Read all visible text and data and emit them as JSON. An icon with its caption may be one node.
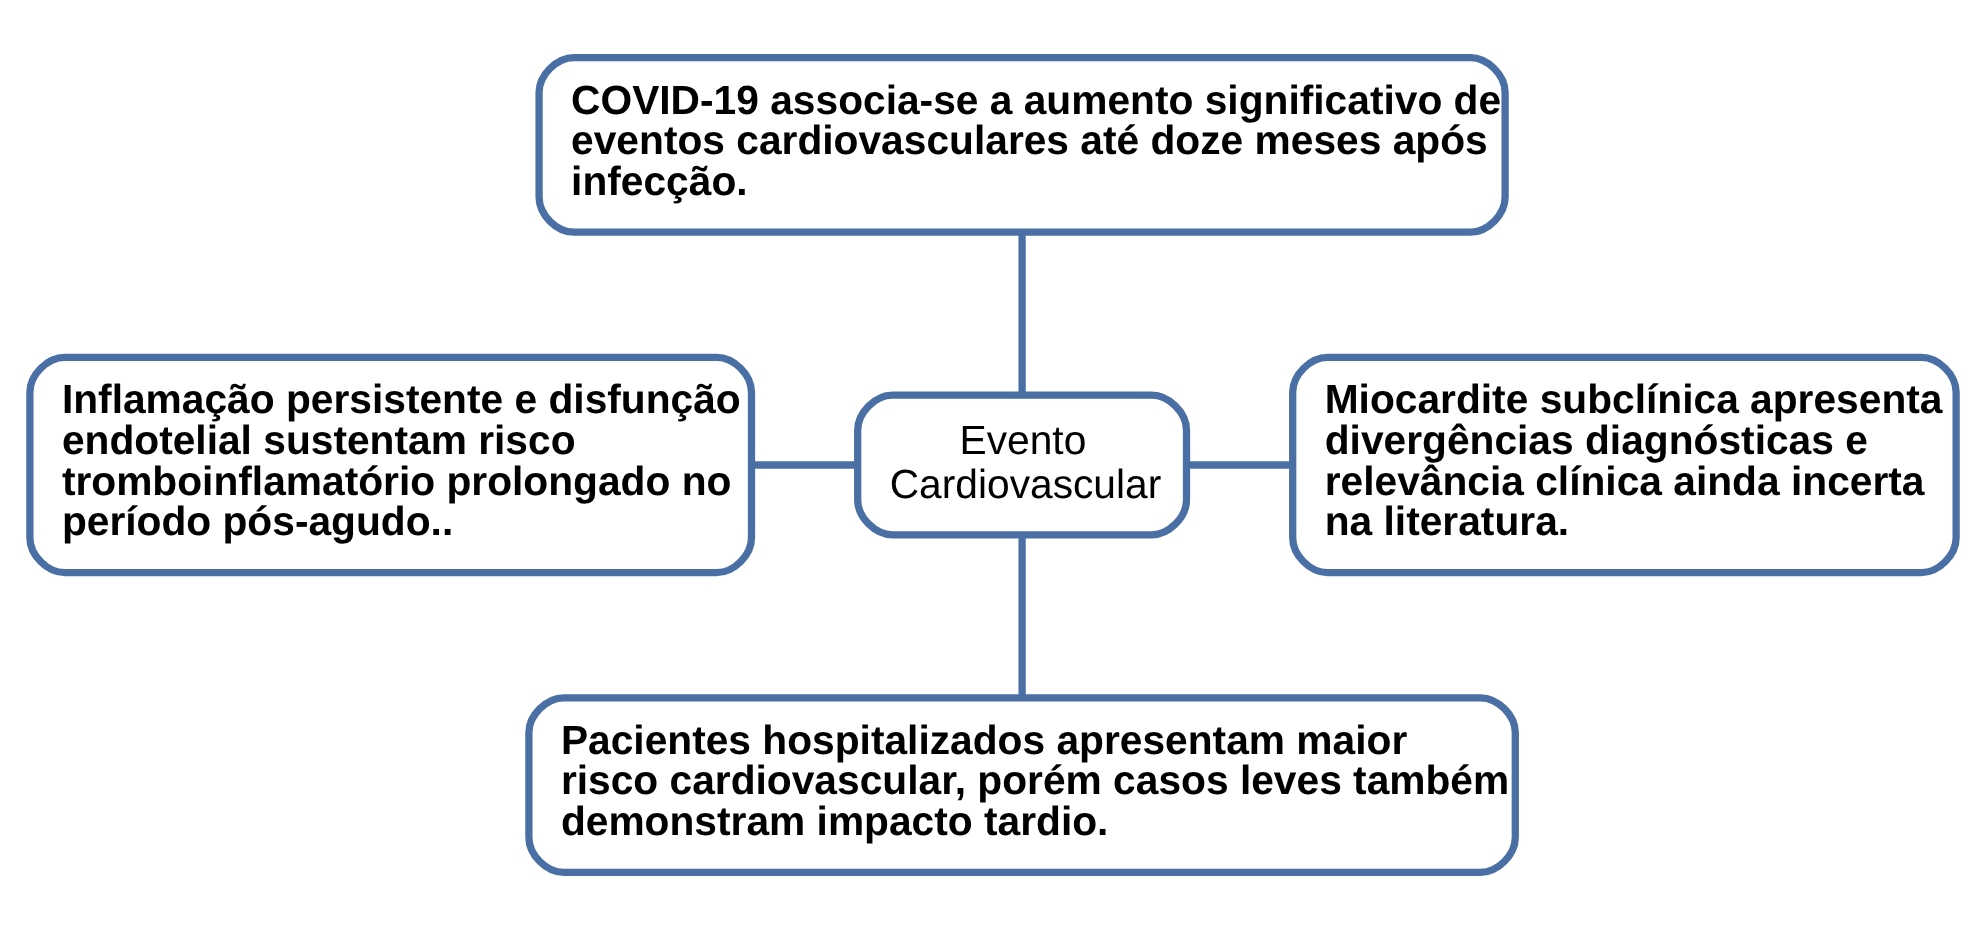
{
  "diagram": {
    "nodes": [
      {
        "text": [
          "COVID-19 associa-se a aumento significativo de eventos cardiovasculares até doze meses após infecção."
        ]
      },
      {
        "text": [
          "Inflamação persistente e disfunção endotelial sustentam risco tromboinflamatório prolongado no período pós-agudo.."
        ]
      },
      {
        "text": [
          "Evento Cardiovascular"
        ]
      },
      {
        "text": [
          "Miocardite subclínica apresenta divergências diagnósticas e relevância clínica ainda incerta na literatura."
        ]
      },
      {
        "text": [
          "Pacientes hospitalizados apresentam maior risco cardiovascular, porém casos leves também demonstram impacto tardio."
        ]
      }
    ],
    "edges": [
      {
        "from": 0,
        "to": 2,
        "arrow": "none"
      },
      {
        "from": 1,
        "to": 2,
        "arrow": "none"
      },
      {
        "from": 2,
        "to": 3,
        "arrow": "none"
      },
      {
        "from": 2,
        "to": 4,
        "arrow": "none"
      }
    ]
  }
}
